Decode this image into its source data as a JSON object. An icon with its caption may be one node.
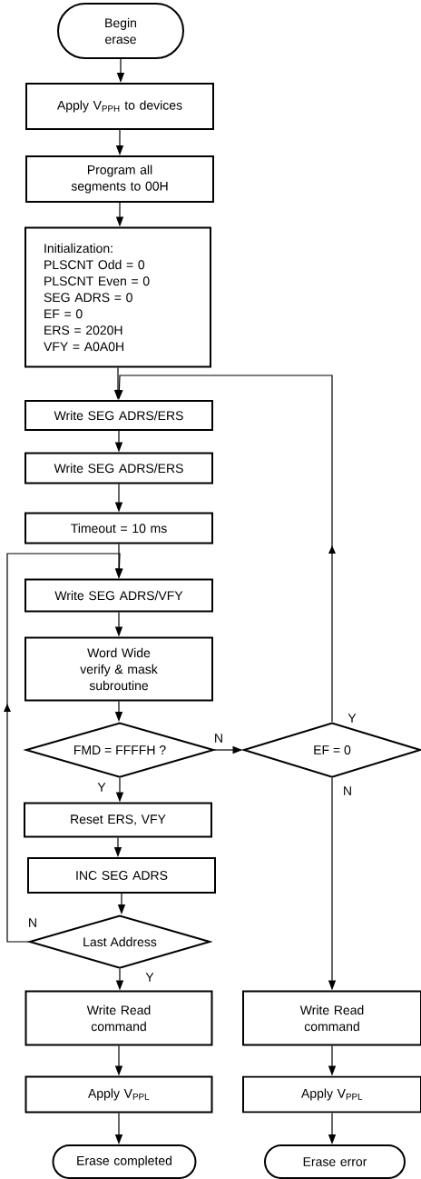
{
  "diagram": {
    "nodes": [
      {
        "text": [
          "Begin erase"
        ]
      },
      {
        "text": [
          "Apply V$_{PPH}$ to devices"
        ]
      },
      {
        "text": [
          "Program all segments to 00H"
        ]
      },
      {
        "text": [
          "Initialization:",
          "PLSCNT Odd = 0",
          "PLSCNT Even = 0",
          "SEG ADRS = 0",
          "EF = 0",
          "ERS = 2020H",
          "VFY = A0A0H"
        ]
      },
      {
        "text": [
          "Write SEG ADRS/ERS"
        ]
      },
      {
        "text": [
          "Write SEG ADRS/ERS"
        ]
      },
      {
        "text": [
          "Timeout = 10 ms"
        ]
      },
      {
        "text": [
          "Write SEG ADRS/VFY"
        ]
      },
      {
        "text": [
          "Word Wide verify & mask subroutine"
        ]
      },
      {
        "text": [
          "FMD = FFFFH ?"
        ]
      },
      {
        "text": [
          "EF = 0"
        ]
      },
      {
        "text": [
          "Reset ERS, VFY"
        ]
      },
      {
        "text": [
          "INC SEG ADRS"
        ]
      },
      {
        "text": [
          "Last Address"
        ]
      },
      {
        "text": [
          "Write Read command"
        ]
      },
      {
        "text": [
          "Apply V$_{PPL}$"
        ]
      },
      {
        "text": [
          "Erase completed"
        ]
      },
      {
        "text": [
          "Write Read command"
        ]
      },
      {
        "text": [
          "Apply V$_{PPL}$"
        ]
      },
      {
        "text": [
          "Erase error"
        ]
      }
    ],
    "edges": [
      {
        "from": 0,
        "to": 1,
        "arrow": "to"
      },
      {
        "from": 1,
        "to": 2,
        "arrow": "to"
      },
      {
        "from": 2,
        "to": 3,
        "arrow": "to"
      },
      {
        "from": 3,
        "to": 4,
        "arrow": "to"
      },
      {
        "from": 4,
        "to": 5,
        "arrow": "to"
      },
      {
        "from": 5,
        "to": 6,
        "arrow": "to"
      },
      {
        "from": 6,
        "to": 7,
        "arrow": "to"
      },
      {
        "from": 7,
        "to": 8,
        "arrow": "to"
      },
      {
        "from": 8,
        "to": 9,
        "arrow": "to"
      },
      {
        "from": 9,
        "to": 11,
        "arrow": "to",
        "label": "Y"
      },
      {
        "from": 9,
        "to": 10,
        "arrow": "to",
        "label": "N"
      },
      {
        "from": 10,
        "to": 4,
        "arrow": "to",
        "label": "Y"
      },
      {
        "from": 10,
        "to": 17,
        "arrow": "to",
        "label": "N"
      },
      {
        "from": 11,
        "to": 12,
        "arrow": "to"
      },
      {
        "from": 12,
        "to": 13,
        "arrow": "to"
      },
      {
        "from": 13,
        "to": 14,
        "arrow": "to",
        "label": "Y"
      },
      {
        "from": 13,
        "to": 7,
        "arrow": "to",
        "label": "N"
      },
      {
        "from": 14,
        "to": 15,
        "arrow": "to"
      },
      {
        "from": 15,
        "to": 16,
        "arrow": "to"
      },
      {
        "from": 17,
        "to": 18,
        "arrow": "to"
      },
      {
        "from": 18,
        "to": 19,
        "arrow": "to"
      }
    ]
  }
}
